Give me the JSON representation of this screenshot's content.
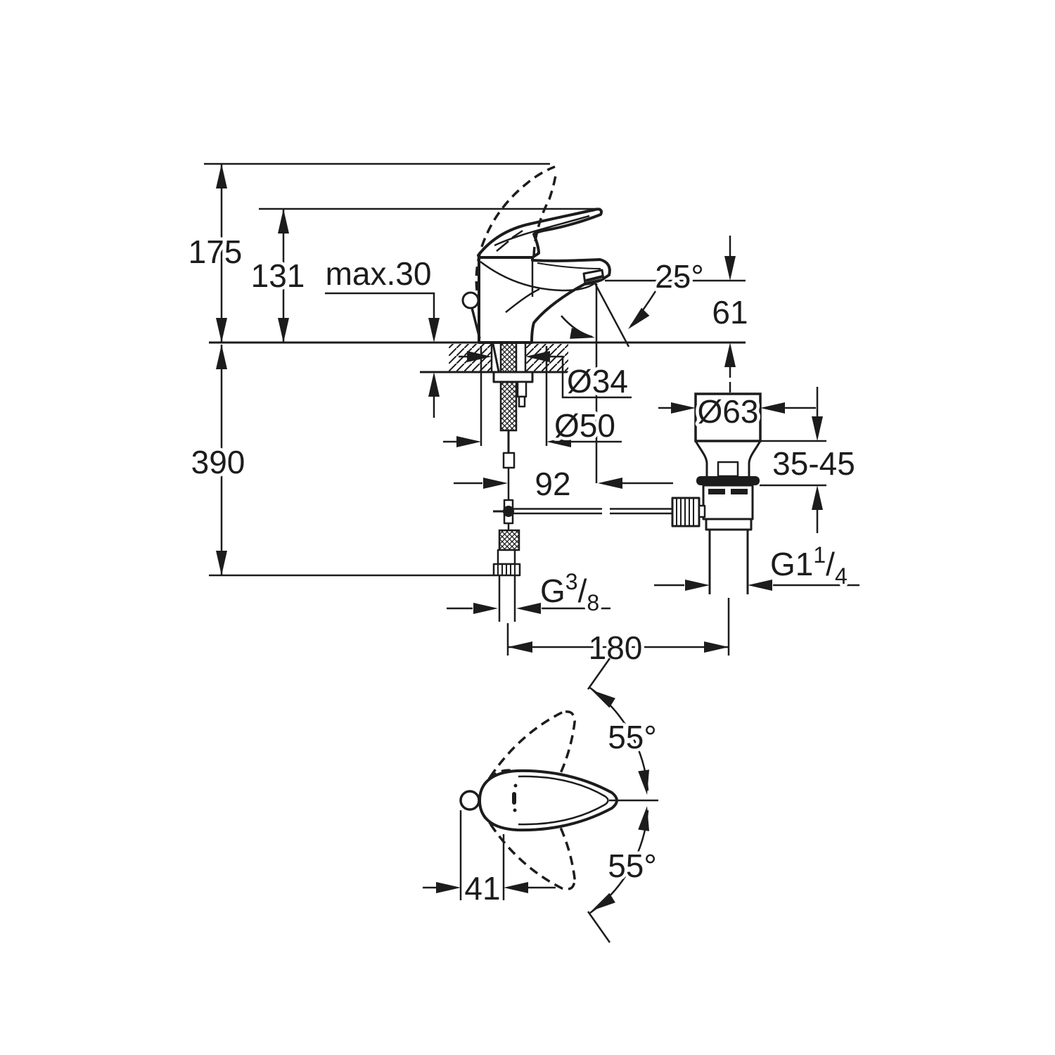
{
  "drawing": {
    "type": "technical-dimension-drawing",
    "subject": "single-lever basin mixer tap with pop-up waste, side installation view and handle swivel top view",
    "background_color": "#ffffff",
    "line_color": "#1c1c1c",
    "labels": {
      "total_height": "175",
      "spout_top_height": "131",
      "deck_thickness": "max.30",
      "spout_angle": "25°",
      "outlet_height": "61",
      "hole_diameter": "Ø34",
      "base_diameter": "Ø50",
      "waste_diameter": "Ø63",
      "waste_deck_range": "35-45",
      "spout_reach": "92",
      "depth_below": "390",
      "supply_thread_g": "G",
      "supply_thread_sup": "3",
      "supply_thread_slash": "/",
      "supply_thread_sub": "8",
      "waste_thread_g": "G1",
      "waste_thread_sup": "1",
      "waste_thread_slash": "/",
      "waste_thread_sub": "4",
      "center_distance": "180",
      "swivel_upper": "55°",
      "swivel_lower": "55°",
      "handle_offset": "41"
    }
  }
}
